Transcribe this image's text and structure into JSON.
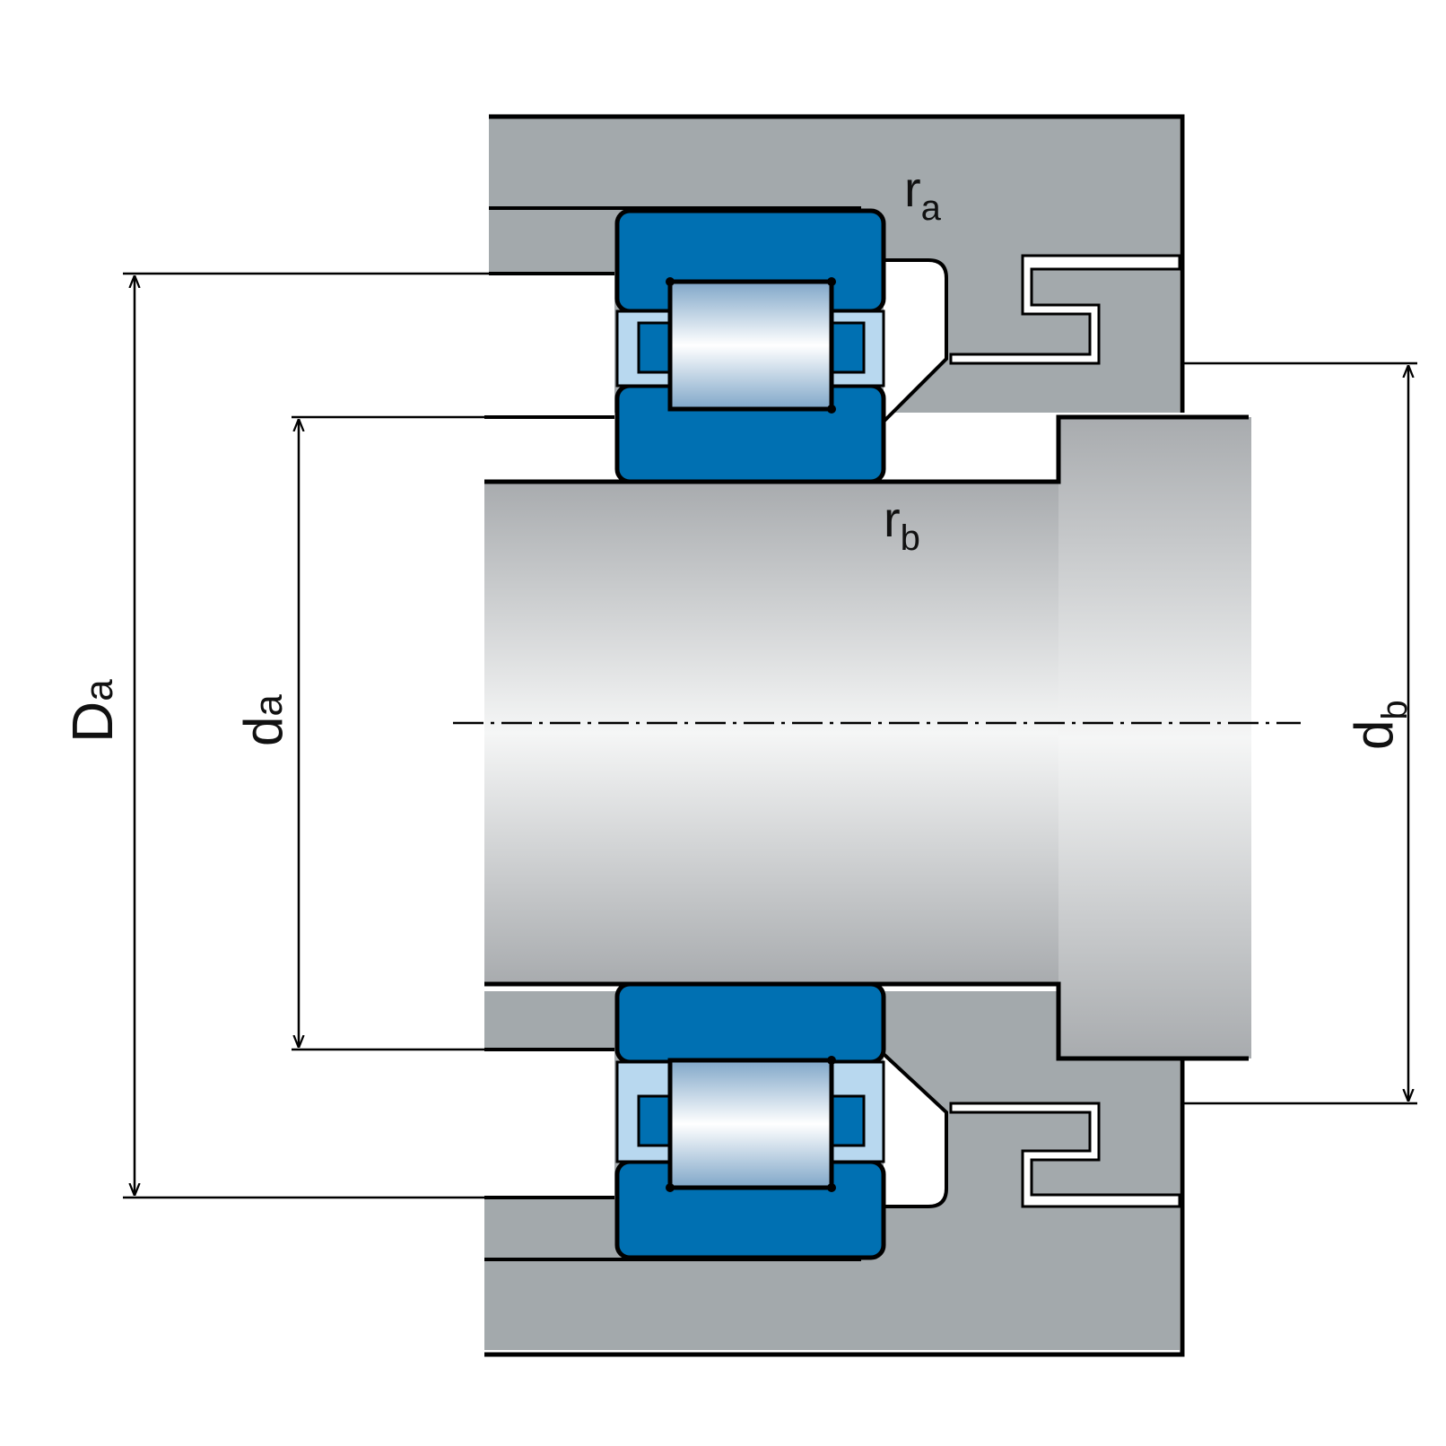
{
  "labels": {
    "ra": {
      "main": "r",
      "sub": "a"
    },
    "rb": {
      "main": "r",
      "sub": "b"
    },
    "Da": {
      "main": "D",
      "sub": "a"
    },
    "da": {
      "main": "d",
      "sub": "a"
    },
    "db": {
      "main": "d",
      "sub": "b"
    }
  },
  "colors": {
    "housing": "#a3a9ac",
    "bearing_ring": "#0070b2",
    "cage": "#b8d8ef",
    "roller_highlight": "#ffffff",
    "shaft_edge": "#a8abae",
    "shaft_center": "#f5f6f6",
    "outline": "#000000"
  }
}
